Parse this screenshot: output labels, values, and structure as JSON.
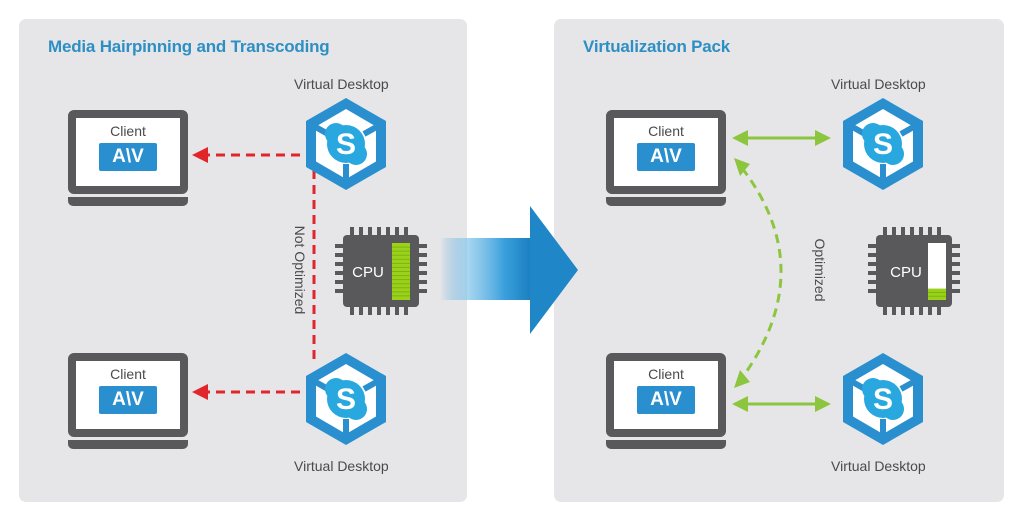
{
  "panels": {
    "left": {
      "title": "Media Hairpinning and Transcoding",
      "top_desktop_label": "Virtual Desktop",
      "bottom_desktop_label": "Virtual Desktop",
      "top_client": {
        "label": "Client",
        "badge": "A\\V"
      },
      "bottom_client": {
        "label": "Client",
        "badge": "A\\V"
      },
      "path_label": "Not Optimized",
      "cpu": {
        "label": "CPU",
        "load_fraction": 1.0,
        "load_segments": 14
      },
      "path_color": "#e0252b",
      "path_style": "dashed"
    },
    "right": {
      "title": "Virtualization Pack",
      "top_desktop_label": "Virtual Desktop",
      "bottom_desktop_label": "Virtual Desktop",
      "top_client": {
        "label": "Client",
        "badge": "A\\V"
      },
      "bottom_client": {
        "label": "Client",
        "badge": "A\\V"
      },
      "path_label": "Optimized",
      "cpu": {
        "label": "CPU",
        "load_fraction": 0.2,
        "load_segments": 3
      },
      "path_color": "#8cc63f",
      "path_style": "solid+dashed-arc"
    }
  },
  "transition_arrow": {
    "icon": "arrow-right-icon",
    "color": "#2a8fcf"
  },
  "icons": {
    "desktop": "skype-hexagon-icon",
    "client": "laptop-icon",
    "cpu": "cpu-chip-icon"
  },
  "colors": {
    "title": "#2e8fc4",
    "brand_blue": "#2a8fcf",
    "skype_blue": "#29a8e0",
    "panel_bg": "#e6e6e8",
    "dark_gray": "#59595c",
    "cpu_load": "#9ad219"
  }
}
